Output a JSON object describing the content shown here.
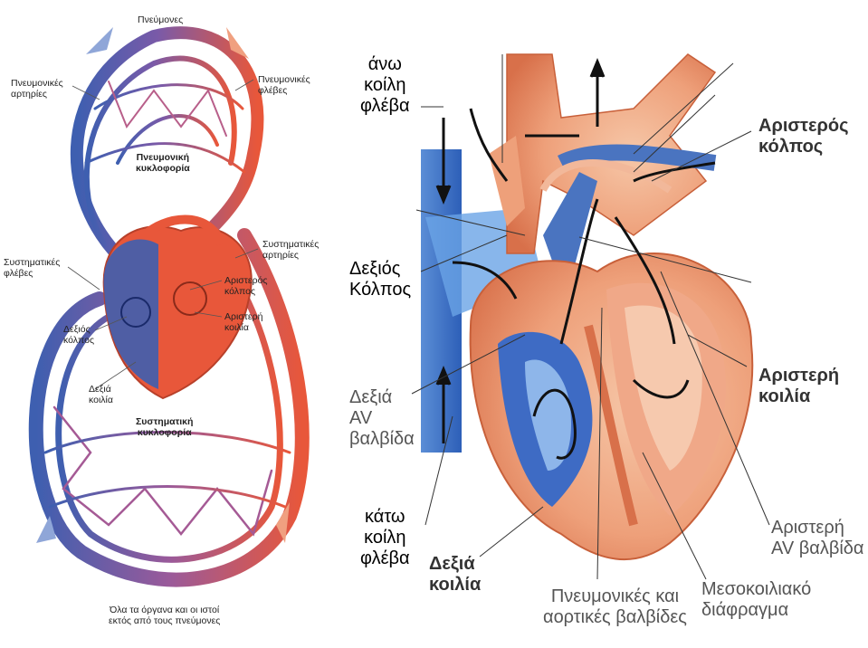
{
  "circulation": {
    "lungs": "Πνεύμονες",
    "pulm_arteries": "Πνευμονικές\nαρτηρίες",
    "pulm_veins": "Πνευμονικές\nφλέβες",
    "pulm_circ": "Πνευμονική\nκυκλοφορία",
    "sys_arteries": "Συστηματικές\nαρτηρίες",
    "sys_veins": "Συστηματικές\nφλέβες",
    "left_atrium": "Αριστερός\nκόλπος",
    "left_ventricle": "Αριστερή\nκοιλία",
    "right_atrium": "Δεξιός\nκόλπος",
    "right_ventricle": "Δεξιά\nκοιλία",
    "sys_circ": "Συστηματική\nκυκλοφορία",
    "organs": "Όλα τα όργανα και οι ιστοί\nεκτός από τους πνεύμονες"
  },
  "heart": {
    "superior_vena_cava": "άνω\nκοίλη\nφλέβα",
    "right_atrium": "Δεξιός\nΚόλπος",
    "left_atrium": "Αριστερός\nκόλπος",
    "left_ventricle": "Αριστερή\nκοιλία",
    "right_av_valve": "Δεξιά\nAV\nβαλβίδα",
    "inferior_vena_cava": "κάτω\nκοίλη\nφλέβα",
    "right_ventricle": "Δεξιά\nκοιλία",
    "semilunar_valves": "Πνευμονικές και\nαορτικές βαλβίδες",
    "septum": "Μεσοκοιλιακό\nδιάφραγμα",
    "left_av_valve": "Αριστερή\nAV βαλβίδα"
  },
  "colors": {
    "oxygenated": "#e8573a",
    "deoxygenated": "#3e5fb0",
    "heart_tissue": "#e89a7a"
  }
}
